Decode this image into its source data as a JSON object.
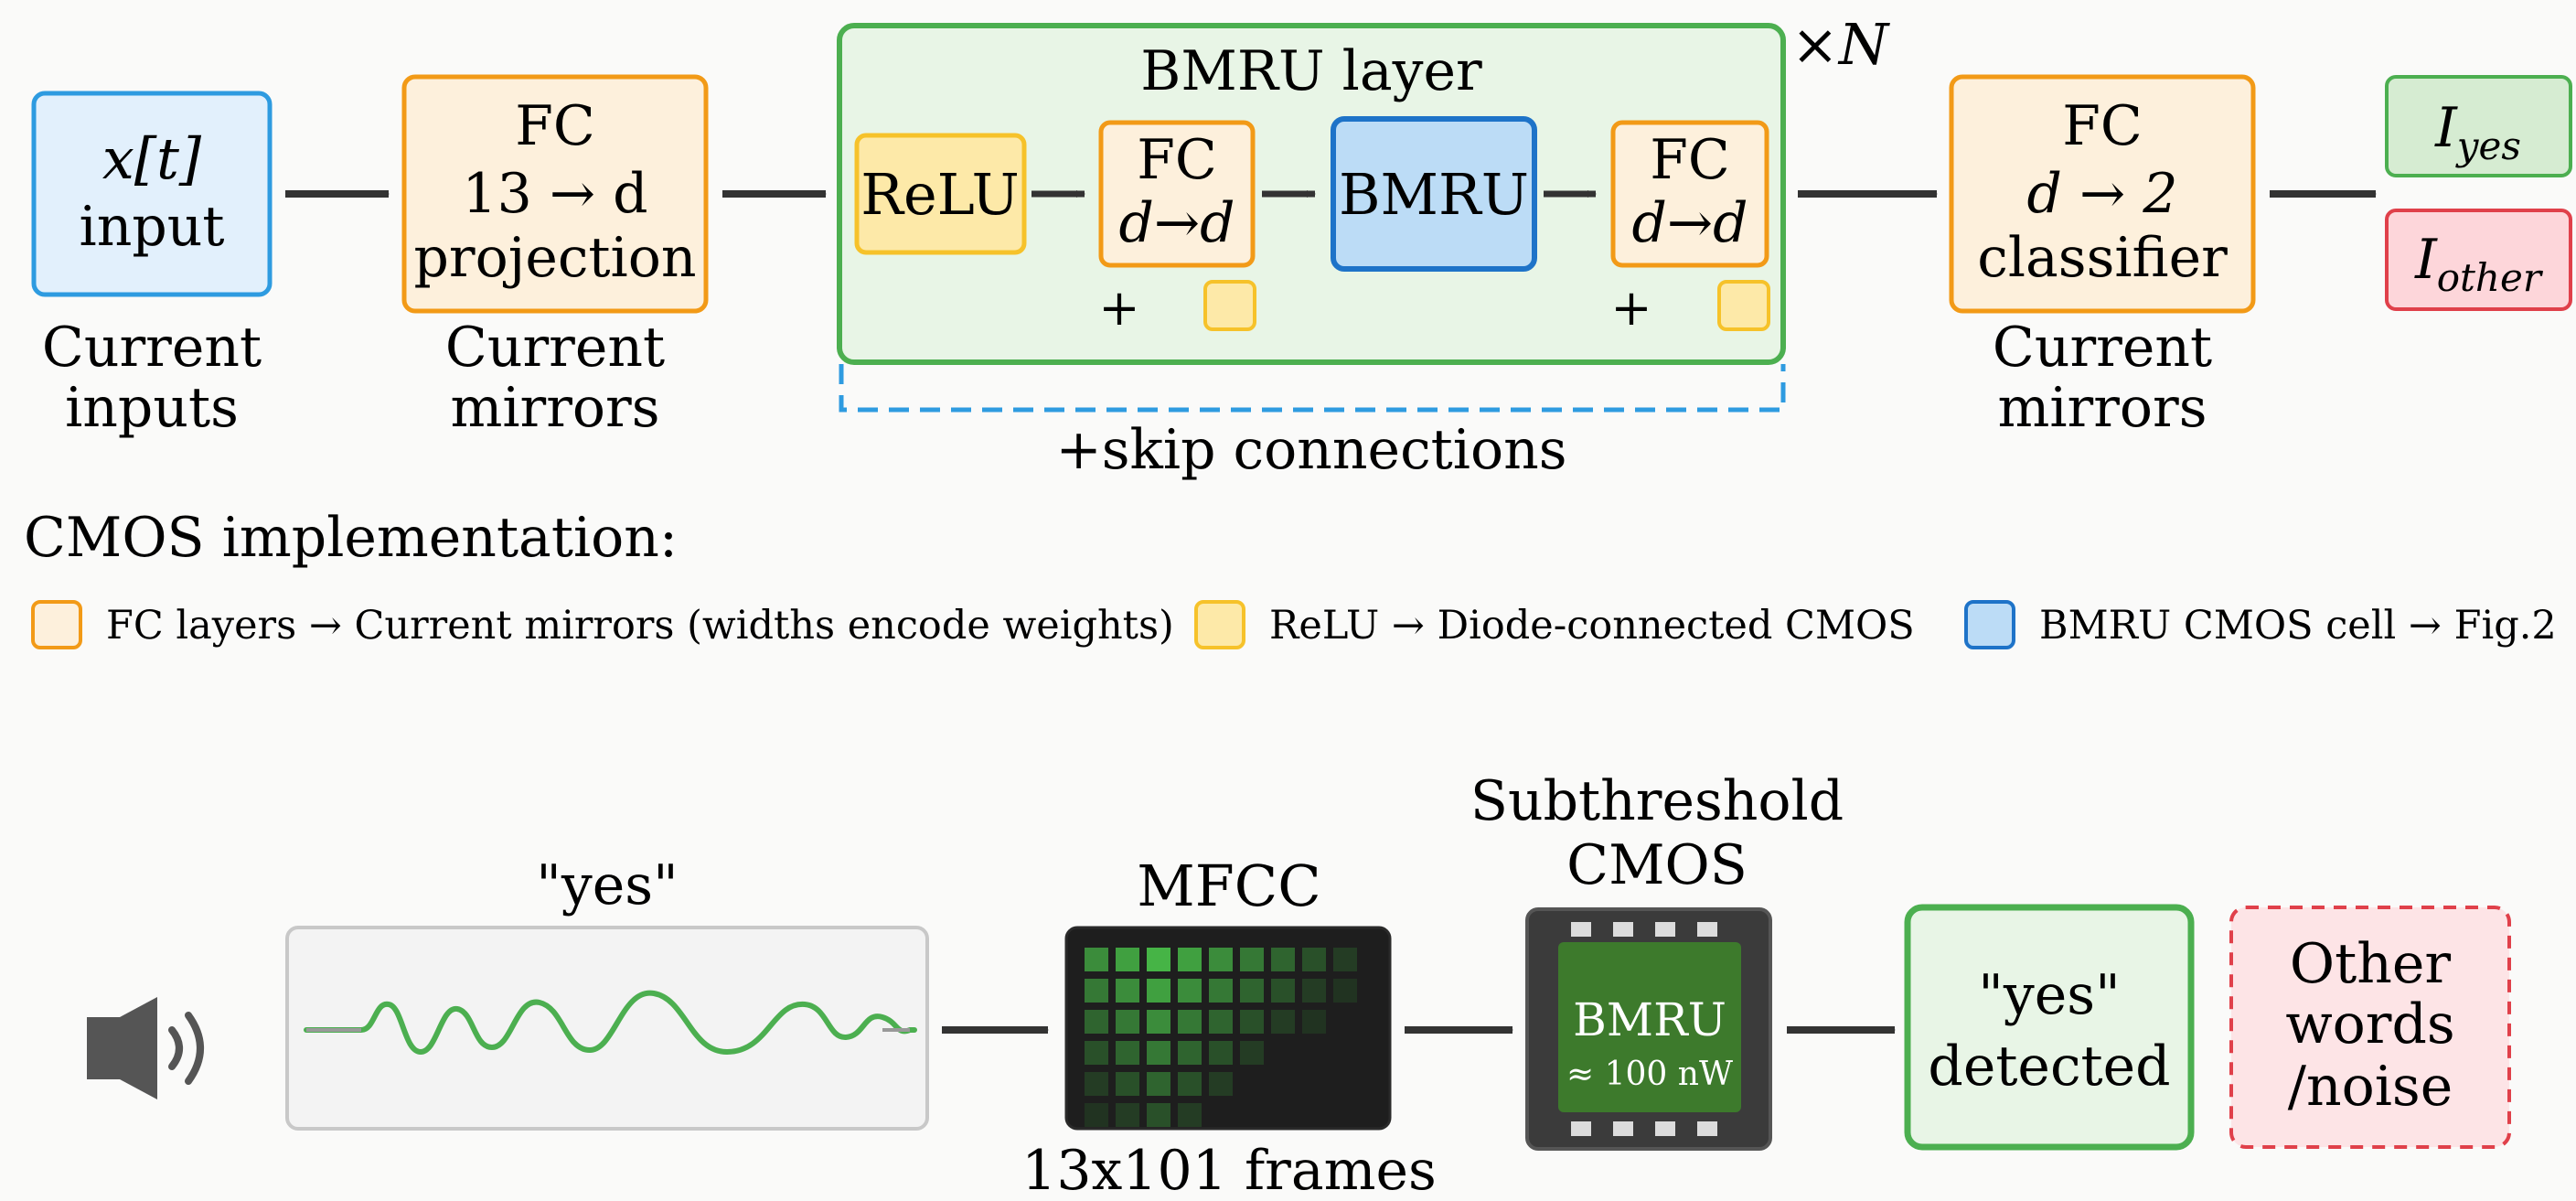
{
  "architecture": {
    "input": {
      "line1": "x[t]",
      "line2": "input",
      "caption1": "Current",
      "caption2": "inputs"
    },
    "fc_projection": {
      "line1": "FC",
      "line2": "13 → d",
      "line3": "projection",
      "caption1": "Current",
      "caption2": "mirrors"
    },
    "bmru_layer": {
      "title": "BMRU layer",
      "repeat": "×N",
      "relu": "ReLU",
      "fc_a": {
        "line1": "FC",
        "line2": "d→d"
      },
      "bmru": "BMRU",
      "fc_b": {
        "line1": "FC",
        "line2": "d→d"
      },
      "plus": "+",
      "skip": "+skip connections"
    },
    "fc_classifier": {
      "line1": "FC",
      "line2": "d → 2",
      "line3": "classifier",
      "caption1": "Current",
      "caption2": "mirrors"
    },
    "outputs": {
      "yes_base": "I",
      "yes_sub": "yes",
      "other_base": "I",
      "other_sub": "other"
    }
  },
  "implementation": {
    "title": "CMOS implementation:",
    "legend": [
      {
        "label": "FC layers → Current mirrors (widths encode weights)",
        "fill": "#fdf0dc",
        "stroke": "#f29a17"
      },
      {
        "label": "ReLU → Diode-connected CMOS",
        "fill": "#fde9a8",
        "stroke": "#f6c22a"
      },
      {
        "label": "BMRU CMOS cell → Fig.2",
        "fill": "#bcdcf6",
        "stroke": "#1e73c8"
      }
    ]
  },
  "pipeline": {
    "waveform_label": "\"yes\"",
    "mfcc_title": "MFCC",
    "mfcc_caption": "13x101 frames",
    "chip_title1": "Subthreshold",
    "chip_title2": "CMOS",
    "chip_label": "BMRU",
    "chip_power": "≈ 100 nW",
    "detected1": "\"yes\"",
    "detected2": "detected",
    "other1": "Other",
    "other2": "words",
    "other3": "/noise"
  },
  "colors": {
    "blue_fill": "#e2f0fc",
    "blue_stroke": "#2e9be0",
    "orange_fill": "#fdf0dc",
    "orange_stroke": "#f29a17",
    "green_fill": "#e8f5e6",
    "green_stroke": "#4caf50",
    "yellow_fill": "#fde9a8",
    "yellow_stroke": "#f6c22a",
    "bmru_fill": "#bcdcf6",
    "bmru_stroke": "#1e73c8",
    "red_fill": "#fdd6da",
    "red_stroke": "#e0404a",
    "wave": "#4caf50",
    "arrow": "#333333",
    "chip_body": "#3b3b3b",
    "chip_die": "#3d7a2c"
  }
}
